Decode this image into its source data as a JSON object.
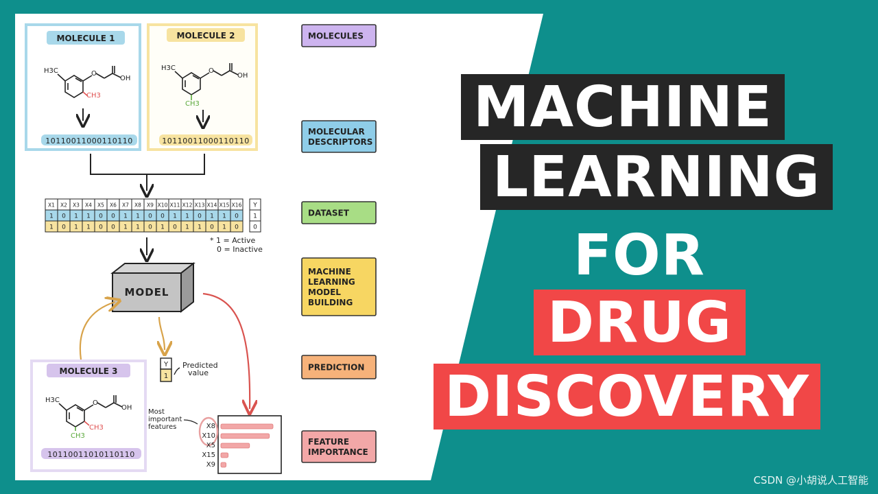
{
  "title": {
    "line1": "MACHINE",
    "line2": "LEARNING",
    "line3": "FOR",
    "line4": "DRUG",
    "line5": "DISCOVERY"
  },
  "watermark": "CSDN @小胡说人工智能",
  "colors": {
    "background_teal": "#0e8f8c",
    "title_dark": "#262626",
    "title_red": "#f14747",
    "molecule1_blue": "#a8d8ea",
    "molecule2_yellow": "#f7e3a0",
    "molecule3_purple": "#d6c4ec"
  },
  "molecules": [
    {
      "label": "MOLECULE 1",
      "methyl": "CH3",
      "h3c": "H3C",
      "oh": "OH",
      "o": "O",
      "bits": "10110011000110110"
    },
    {
      "label": "MOLECULE 2",
      "methyl": "CH3",
      "h3c": "H3C",
      "oh": "OH",
      "o": "O",
      "bits": "10110011000110110"
    },
    {
      "label": "MOLECULE 3",
      "methyl": "CH3",
      "h3c": "H3C",
      "oh": "OH",
      "o": "O",
      "bits": "10110011010110110"
    }
  ],
  "steps": [
    {
      "label_lines": [
        "MOLECULES"
      ],
      "color": "#cdb4ef"
    },
    {
      "label_lines": [
        "MOLECULAR",
        "DESCRIPTORS"
      ],
      "color": "#8fcde8"
    },
    {
      "label_lines": [
        "DATASET"
      ],
      "color": "#a8dd85"
    },
    {
      "label_lines": [
        "MACHINE",
        "LEARNING",
        "MODEL",
        "BUILDING"
      ],
      "color": "#f7d662"
    },
    {
      "label_lines": [
        "PREDICTION"
      ],
      "color": "#f6b27a"
    },
    {
      "label_lines": [
        "FEATURE",
        "IMPORTANCE"
      ],
      "color": "#f2a7a7"
    }
  ],
  "dataset": {
    "headers": [
      "X1",
      "X2",
      "X3",
      "X4",
      "X5",
      "X6",
      "X7",
      "X8",
      "X9",
      "X10",
      "X11",
      "X12",
      "X13",
      "X14",
      "X15",
      "X16"
    ],
    "y_header": "Y",
    "rows": [
      {
        "cells": [
          "1",
          "0",
          "1",
          "1",
          "0",
          "0",
          "1",
          "1",
          "0",
          "0",
          "1",
          "1",
          "0",
          "1",
          "1",
          "0"
        ],
        "y": "1"
      },
      {
        "cells": [
          "1",
          "0",
          "1",
          "1",
          "0",
          "0",
          "1",
          "1",
          "0",
          "1",
          "0",
          "1",
          "1",
          "0",
          "1",
          "0"
        ],
        "y": "0"
      }
    ],
    "legend_active": "* 1 = Active",
    "legend_inactive": "0 = Inactive"
  },
  "model": {
    "label": "MODEL"
  },
  "prediction": {
    "y_header": "Y",
    "value": "1",
    "note_line1": "Predicted",
    "note_line2": "value"
  },
  "feature_importance": {
    "note_lines": [
      "Most",
      "important",
      "features"
    ],
    "features": [
      "X8",
      "X10",
      "X5",
      "X15",
      "X9"
    ],
    "values": [
      1.0,
      0.93,
      0.55,
      0.14,
      0.1
    ]
  }
}
